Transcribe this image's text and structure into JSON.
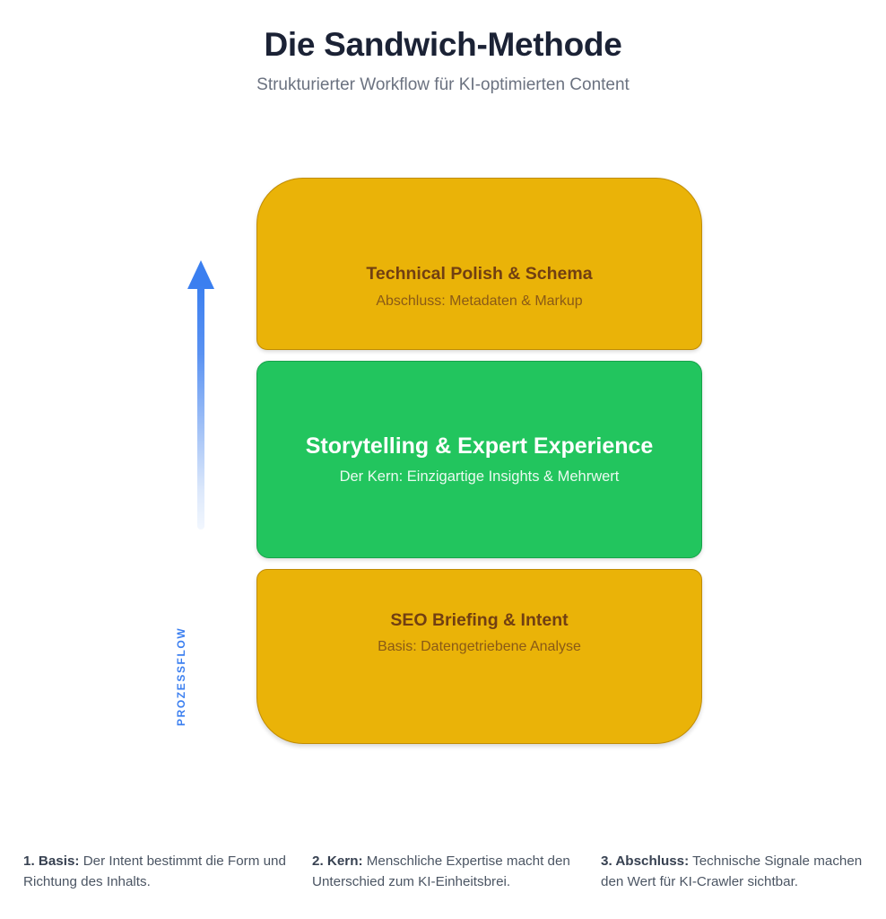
{
  "header": {
    "title": "Die Sandwich-Methode",
    "subtitle": "Strukturierter Workflow für KI-optimierten Content"
  },
  "flow": {
    "label": "PROZESSFLOW",
    "direction": "upward",
    "color": "#3b7ff0"
  },
  "layers": [
    {
      "id": "technical-polish",
      "position": "top",
      "title": "Technical Polish & Schema",
      "subtitle": "Abschluss: Metadaten & Markup",
      "color": "#EAB308",
      "border_color": "#c08c05",
      "text_color": "#713f12"
    },
    {
      "id": "storytelling",
      "position": "middle",
      "title": "Storytelling & Expert Experience",
      "subtitle": "Der Kern: Einzigartige Insights & Mehrwert",
      "color": "#22C55E",
      "border_color": "#17a34a",
      "text_color": "#ffffff"
    },
    {
      "id": "seo-briefing",
      "position": "bottom",
      "title": "SEO Briefing & Intent",
      "subtitle": "Basis: Datengetriebene Analyse",
      "color": "#EAB308",
      "border_color": "#c08c05",
      "text_color": "#713f12"
    }
  ],
  "legend": [
    {
      "label": "1. Basis:",
      "text": " Der Intent bestimmt die Form und Richtung des Inhalts."
    },
    {
      "label": "2. Kern:",
      "text": " Menschliche Expertise macht den Unterschied zum KI-Einheitsbrei."
    },
    {
      "label": "3. Abschluss:",
      "text": " Technische Signale machen den Wert für KI-Crawler sichtbar."
    }
  ]
}
